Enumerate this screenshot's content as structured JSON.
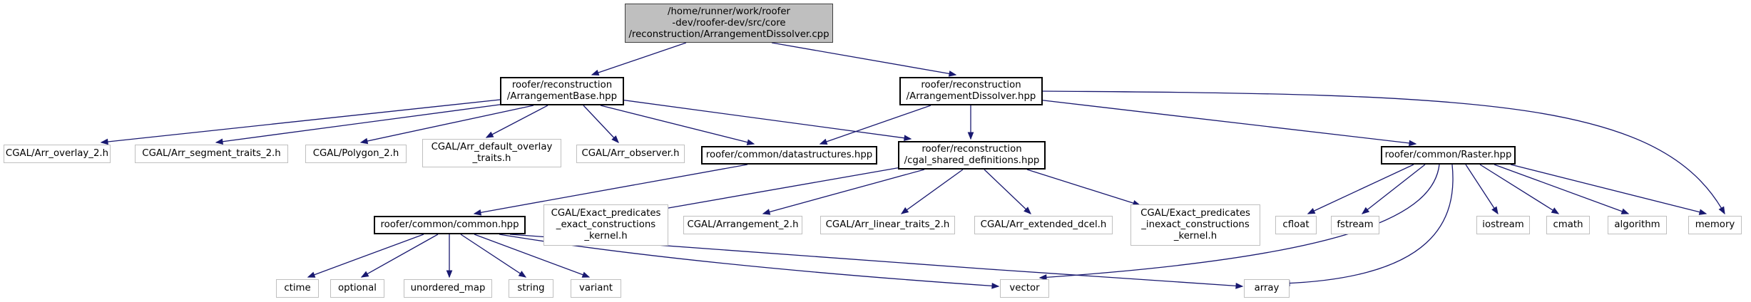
{
  "colors": {
    "edge": "#191970",
    "root_fill": "#bfbfbf",
    "system_border": "#bfbfbf",
    "project_border": "#000000"
  },
  "nodes": {
    "root": {
      "label": "/home/runner/work/roofer\n-dev/roofer-dev/src/core\n/reconstruction/ArrangementDissolver.cpp"
    },
    "base": {
      "label": "roofer/reconstruction\n/ArrangementBase.hpp"
    },
    "dissolver": {
      "label": "roofer/reconstruction\n/ArrangementDissolver.hpp"
    },
    "overlay": {
      "label": "CGAL/Arr_overlay_2.h"
    },
    "segtraits": {
      "label": "CGAL/Arr_segment_traits_2.h"
    },
    "polygon": {
      "label": "CGAL/Polygon_2.h"
    },
    "defoverlay": {
      "label": "CGAL/Arr_default_overlay\n_traits.h"
    },
    "observer": {
      "label": "CGAL/Arr_observer.h"
    },
    "datastructures": {
      "label": "roofer/common/datastructures.hpp"
    },
    "cgalshared": {
      "label": "roofer/reconstruction\n/cgal_shared_definitions.hpp"
    },
    "raster": {
      "label": "roofer/common/Raster.hpp"
    },
    "common": {
      "label": "roofer/common/common.hpp"
    },
    "exactpred": {
      "label": "CGAL/Exact_predicates\n_exact_constructions\n_kernel.h"
    },
    "arrangement": {
      "label": "CGAL/Arrangement_2.h"
    },
    "lineartraits": {
      "label": "CGAL/Arr_linear_traits_2.h"
    },
    "extdcel": {
      "label": "CGAL/Arr_extended_dcel.h"
    },
    "inexactpred": {
      "label": "CGAL/Exact_predicates\n_inexact_constructions\n_kernel.h"
    },
    "cfloat": {
      "label": "cfloat"
    },
    "fstream": {
      "label": "fstream"
    },
    "iostream": {
      "label": "iostream"
    },
    "cmath": {
      "label": "cmath"
    },
    "algorithm": {
      "label": "algorithm"
    },
    "memory": {
      "label": "memory"
    },
    "ctime": {
      "label": "ctime"
    },
    "optional": {
      "label": "optional"
    },
    "unordered_map": {
      "label": "unordered_map"
    },
    "string": {
      "label": "string"
    },
    "variant": {
      "label": "variant"
    },
    "vector": {
      "label": "vector"
    },
    "array": {
      "label": "array"
    }
  }
}
